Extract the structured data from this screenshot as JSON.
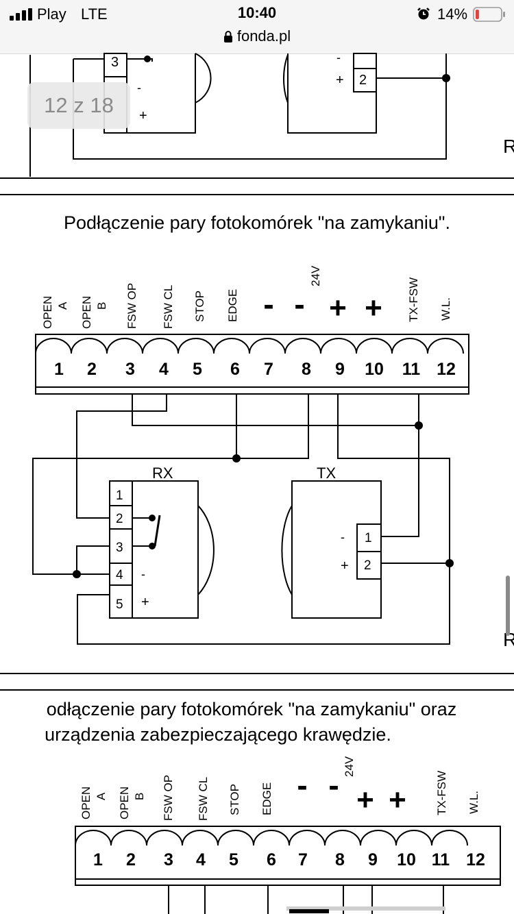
{
  "status_bar": {
    "carrier": "Play",
    "network": "LTE",
    "time": "10:40",
    "url": "fonda.pl",
    "battery": "14%",
    "battery_color": "#e5413b"
  },
  "viewer": {
    "page_indicator": "12 z 18"
  },
  "section_top": {
    "terminal_labels": [
      "3",
      "2"
    ],
    "signs": [
      "-",
      "+",
      "-",
      "+"
    ],
    "edge_letter": "R"
  },
  "section_1": {
    "caption": "Podłączenie pary fotokomórek \"na zamykaniu\".",
    "terminal_titles": [
      "OPEN A",
      "OPEN B",
      "FSW OP",
      "FSW CL",
      "STOP",
      "EDGE",
      "-",
      "-",
      "+",
      "+",
      "TX-FSW",
      "W.L."
    ],
    "voltage_label": "24V",
    "terminal_numbers": [
      "1",
      "2",
      "3",
      "4",
      "5",
      "6",
      "7",
      "8",
      "9",
      "10",
      "11",
      "12"
    ],
    "rx": {
      "label": "RX",
      "pins": [
        "1",
        "2",
        "3",
        "4",
        "5"
      ],
      "signs": [
        "-",
        "+"
      ]
    },
    "tx": {
      "label": "TX",
      "pins": [
        "1",
        "2"
      ],
      "signs": [
        "-",
        "+"
      ]
    },
    "edge_letter": "R"
  },
  "section_2": {
    "caption_line1": "odłączenie pary fotokomórek \"na zamykaniu\" oraz",
    "caption_line2": "urządzenia zabezpieczającego krawędzie.",
    "terminal_titles": [
      "OPEN A",
      "OPEN B",
      "FSW OP",
      "FSW CL",
      "STOP",
      "EDGE",
      "-",
      "-",
      "+",
      "+",
      "TX-FSW",
      "W.L."
    ],
    "voltage_label": "24V",
    "terminal_numbers": [
      "1",
      "2",
      "3",
      "4",
      "5",
      "6",
      "7",
      "8",
      "9",
      "10",
      "11",
      "12"
    ]
  }
}
